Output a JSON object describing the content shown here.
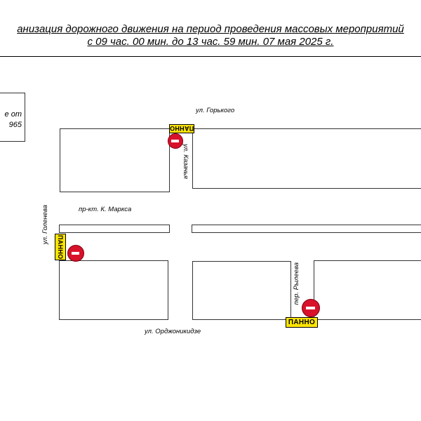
{
  "header": {
    "title_line1": "анизация дорожного движения на период проведения массовых мероприятий",
    "title_line2": "с 09 час. 00 мин. до 13 час. 59 мин. 07 мая 2025 г."
  },
  "legend": {
    "line1": "е от",
    "line2": "965"
  },
  "streets": {
    "gorkogo": "ул. Горького",
    "kazachya": "ул. Казачья",
    "karl_marx": "пр-кт. К. Маркса",
    "goleneva": "ул. Голенева",
    "ryleeva": "пер. Рылеева",
    "ordzhonikidze": "ул. Орджоникидзе"
  },
  "signs": {
    "panno_label": "ПАННО",
    "no_entry_color": "#d9112a",
    "panno_color": "#ffe500"
  }
}
